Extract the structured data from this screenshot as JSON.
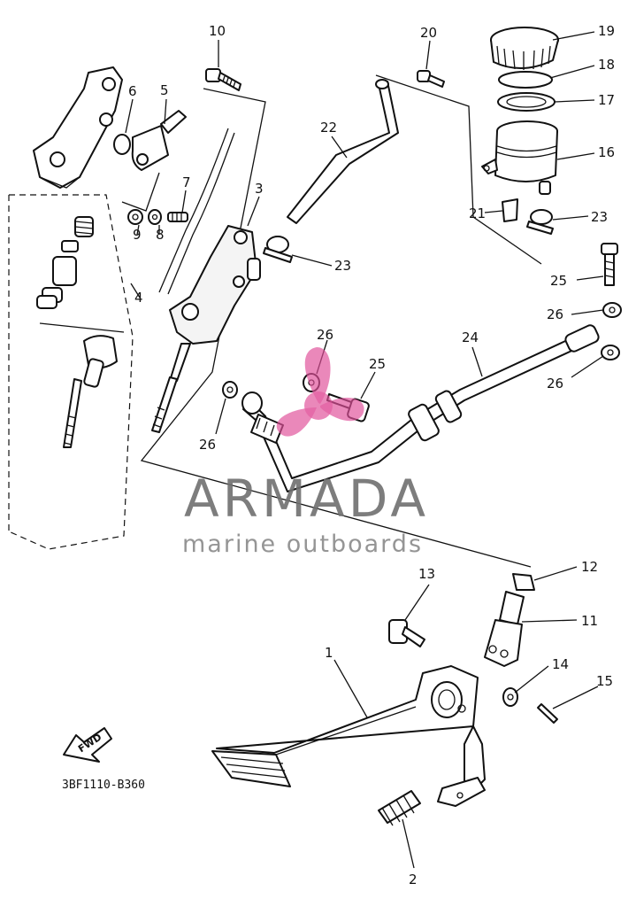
{
  "diagram_code": "3BF1110-B360",
  "fwd_label": "FWD",
  "watermark": {
    "brand": "ARMADA",
    "tagline": "marine outboards",
    "brand_color": "#707070",
    "tagline_color": "#8a8a8a",
    "logo_color": "#e0509a"
  },
  "callouts": {
    "c1": "1",
    "c2": "2",
    "c3": "3",
    "c4": "4",
    "c5": "5",
    "c6": "6",
    "c7": "7",
    "c8": "8",
    "c9": "9",
    "c10": "10",
    "c11": "11",
    "c12": "12",
    "c13": "13",
    "c14": "14",
    "c15": "15",
    "c16": "16",
    "c17": "17",
    "c18": "18",
    "c19": "19",
    "c20": "20",
    "c21": "21",
    "c22": "22",
    "c23a": "23",
    "c23b": "23",
    "c24": "24",
    "c25a": "25",
    "c25b": "25",
    "c26a": "26",
    "c26b": "26",
    "c26c": "26",
    "c26d": "26"
  }
}
